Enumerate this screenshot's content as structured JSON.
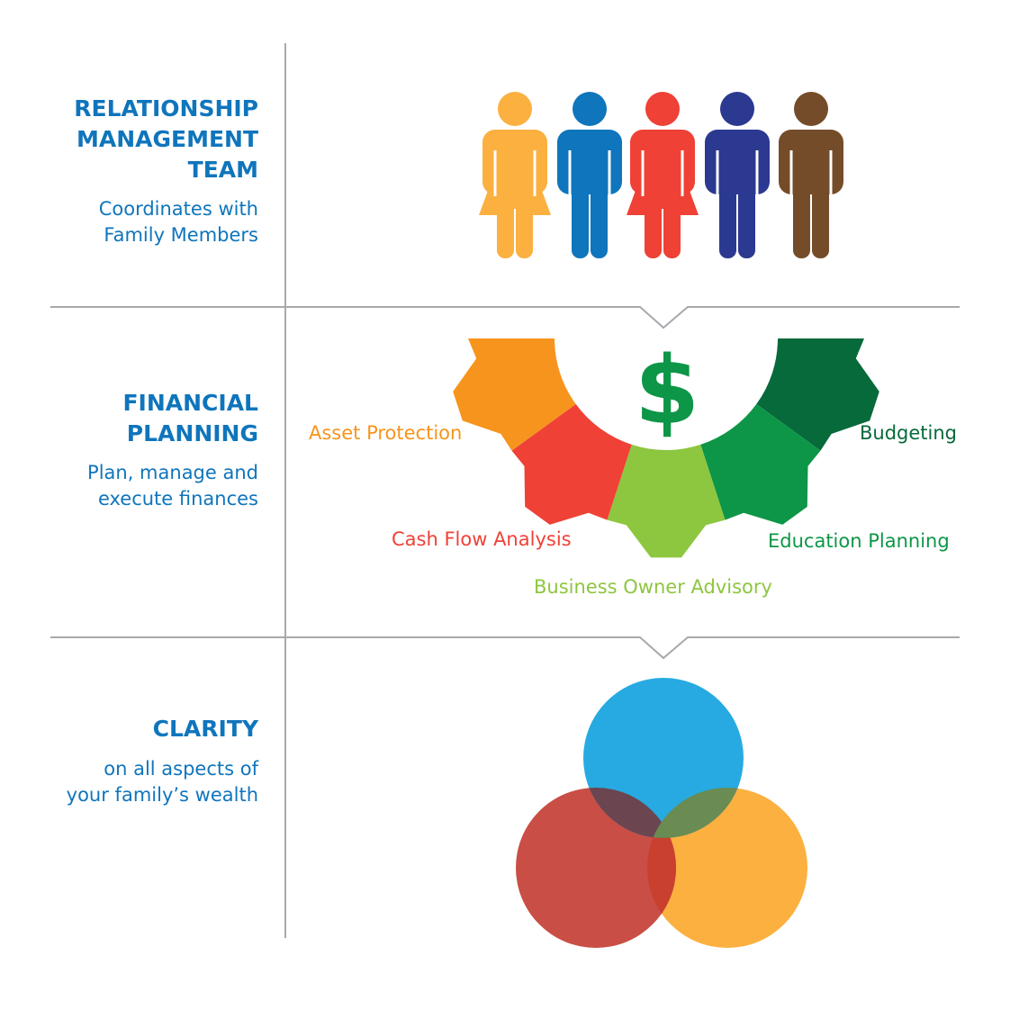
{
  "sections": [
    {
      "title_lines": [
        "RELATIONSHIP",
        "MANAGEMENT",
        "TEAM"
      ],
      "subtitle_lines": [
        "Coordinates with",
        "Family Members"
      ]
    },
    {
      "title_lines": [
        "FINANCIAL",
        "PLANNING"
      ],
      "subtitle_lines": [
        "Plan, manage and",
        "execute finances"
      ]
    },
    {
      "title_lines": [
        "CLARITY"
      ],
      "subtitle_lines": [
        "on all aspects of",
        "your family’s wealth"
      ]
    }
  ],
  "people": [
    {
      "type": "woman",
      "color": "#fbb040"
    },
    {
      "type": "man",
      "color": "#0f75bc"
    },
    {
      "type": "woman",
      "color": "#ef4136"
    },
    {
      "type": "man",
      "color": "#2b3990"
    },
    {
      "type": "man",
      "color": "#754c29"
    }
  ],
  "gear": {
    "symbol": "$",
    "symbol_color": "#0d9647",
    "segments": [
      {
        "label": "Budgeting",
        "color": "#066a3a"
      },
      {
        "label": "Education Planning",
        "color": "#0d9647"
      },
      {
        "label": "Business Owner Advisory",
        "color": "#8dc63f"
      },
      {
        "label": "Cash Flow Analysis",
        "color": "#ef4136"
      },
      {
        "label": "Asset Protection",
        "color": "#f7941d"
      }
    ]
  },
  "circles": {
    "colors": [
      "#27aae1",
      "#c94e45",
      "#fbb040"
    ],
    "overlaps": [
      "#6b4550",
      "#6a8b52",
      "#c9402f"
    ]
  }
}
